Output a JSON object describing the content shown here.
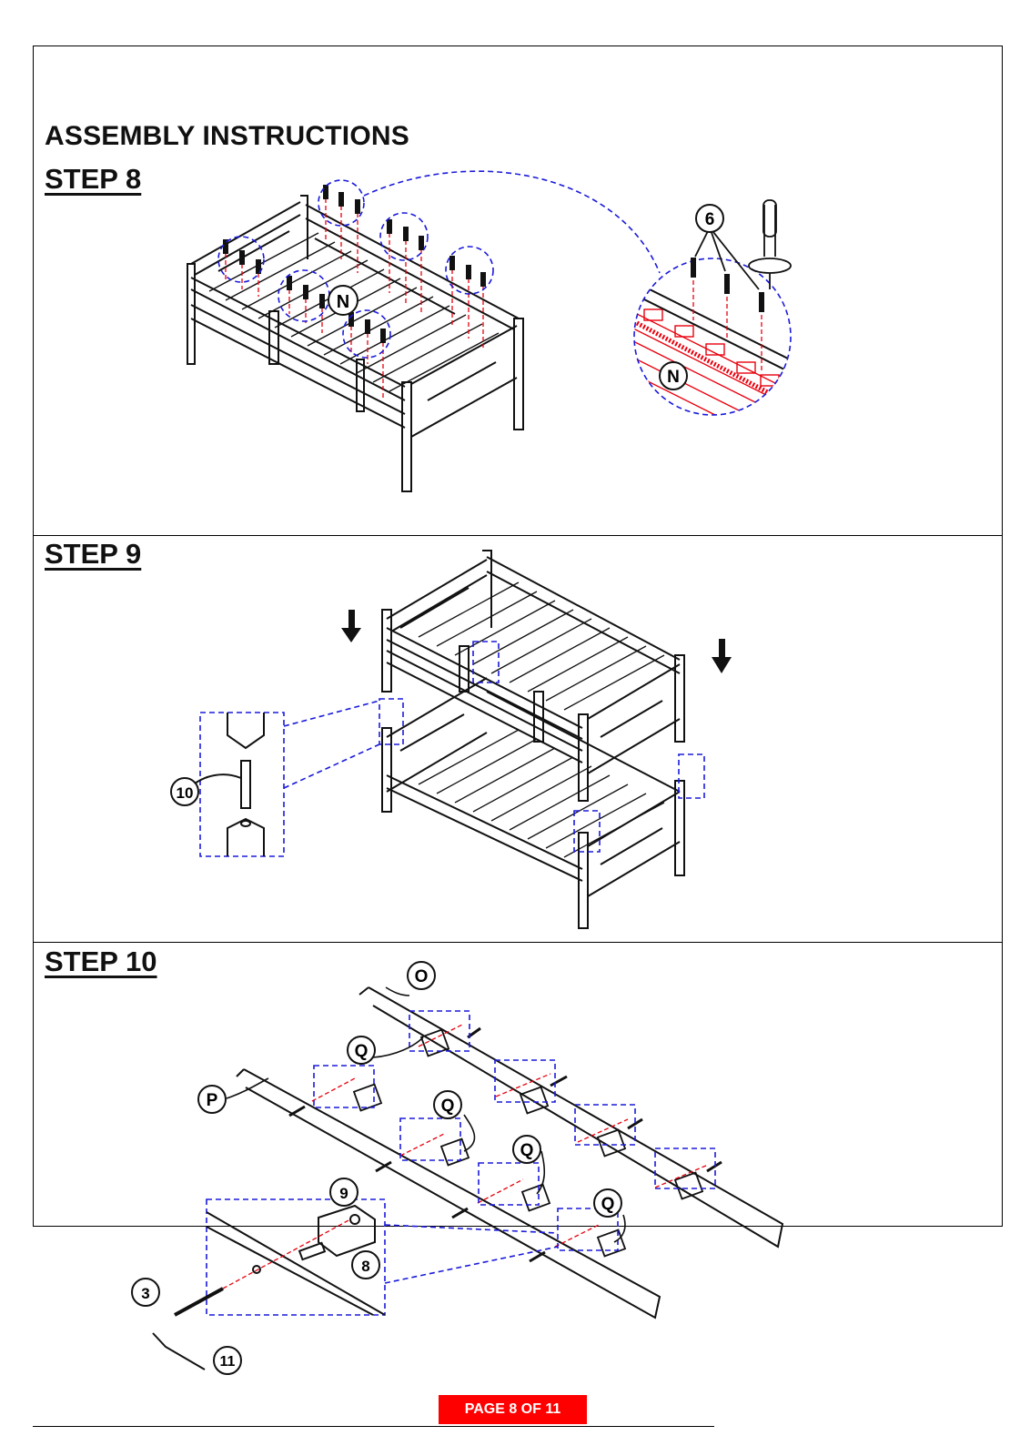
{
  "page": {
    "title": "ASSEMBLY INSTRUCTIONS",
    "footer": "PAGE 8 OF 11"
  },
  "steps": [
    {
      "title": "STEP 8",
      "callouts": {
        "part": "N",
        "detail_part": "N",
        "hardware": "6"
      }
    },
    {
      "title": "STEP 9",
      "callouts": {
        "hardware": "10"
      }
    },
    {
      "title": "STEP 10",
      "callouts": {
        "rail_top": "O",
        "rail_bottom": "P",
        "bracket_1": "Q",
        "bracket_2": "Q",
        "bracket_3": "Q",
        "bracket_4": "Q",
        "detail_bracket_bolt": "9",
        "detail_dowel": "8",
        "detail_screw": "3",
        "detail_hex_key": "11"
      }
    }
  ],
  "colors": {
    "callout_dashes": "#1a1adb",
    "guide_lines": "#e8000d",
    "footer_bg": "#ff0000"
  }
}
